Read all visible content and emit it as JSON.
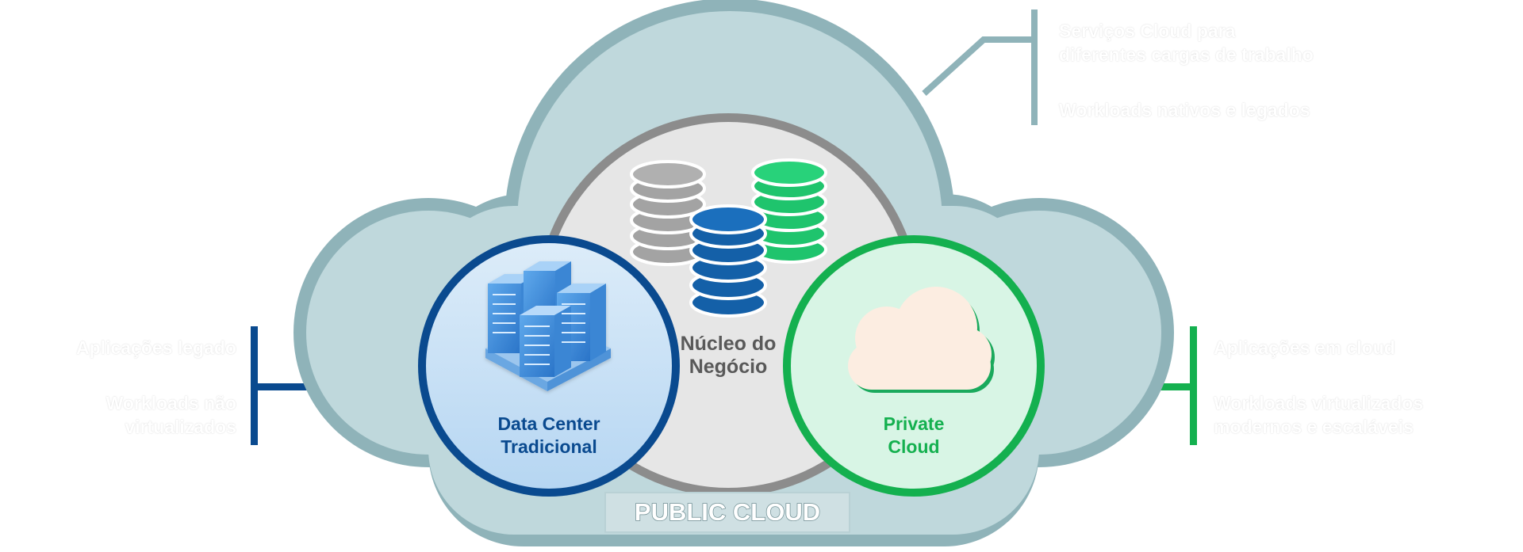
{
  "center": {
    "title_line1": "Núcleo do",
    "title_line2": "Negócio"
  },
  "datacenter": {
    "title_line1": "Data Center",
    "title_line2": "Tradicional"
  },
  "private_cloud": {
    "title_line1": "Private",
    "title_line2": "Cloud"
  },
  "public_cloud": {
    "label": "PUBLIC CLOUD"
  },
  "callouts": {
    "top_right": {
      "line1": "Serviços Cloud para\ndiferentes cargas de trabalho",
      "line2": "Workloads nativos e legados"
    },
    "left": {
      "line1": "Aplicações legado",
      "line2": "Workloads não\nvirtualizados"
    },
    "right": {
      "line1": "Aplicações em cloud",
      "line2": "Workloads virtualizados\nmodernos e escaláveis"
    }
  },
  "colors": {
    "cloud_outer": "#8fb3b9",
    "cloud_fill": "#bfd8dc",
    "center_fill": "#e6e6e6",
    "center_ring": "#8c8c8c",
    "datacenter_ring": "#0a4a8f",
    "datacenter_fill": "#cbe3f6",
    "private_ring": "#14b04f",
    "private_fill": "#d8f5e5",
    "db_gray": "#a3a3a3",
    "db_blue": "#1460a8",
    "db_green": "#1fc46d",
    "text_blue": "#0a4a8f",
    "text_green": "#14b04f",
    "text_gray": "#595959",
    "banner_fill": "#cfe0e3"
  }
}
